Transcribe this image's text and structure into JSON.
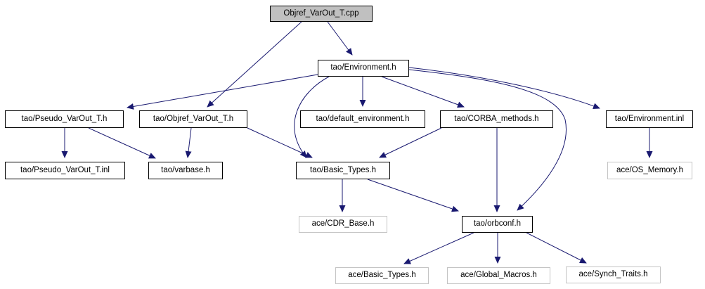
{
  "diagram": {
    "type": "include-dependency-graph",
    "root_file": "Objref_VarOut_T.cpp",
    "colors": {
      "edge": "#191970",
      "node_border": "#000000",
      "external_node_border": "#c4c4c4",
      "root_node_fill": "#c0c0c0",
      "node_fill": "#ffffff",
      "text": "#000000",
      "background": "#ffffff"
    },
    "nodes": [
      {
        "id": "objref_cpp",
        "label": "Objref_VarOut_T.cpp",
        "kind": "root"
      },
      {
        "id": "env_h",
        "label": "tao/Environment.h",
        "kind": "internal"
      },
      {
        "id": "pseudo_h",
        "label": "tao/Pseudo_VarOut_T.h",
        "kind": "internal"
      },
      {
        "id": "objref_h",
        "label": "tao/Objref_VarOut_T.h",
        "kind": "internal"
      },
      {
        "id": "default_env_h",
        "label": "tao/default_environment.h",
        "kind": "internal"
      },
      {
        "id": "corba_methods_h",
        "label": "tao/CORBA_methods.h",
        "kind": "internal"
      },
      {
        "id": "env_inl",
        "label": "tao/Environment.inl",
        "kind": "internal"
      },
      {
        "id": "pseudo_inl",
        "label": "tao/Pseudo_VarOut_T.inl",
        "kind": "internal"
      },
      {
        "id": "varbase_h",
        "label": "tao/varbase.h",
        "kind": "internal"
      },
      {
        "id": "basic_types_h",
        "label": "tao/Basic_Types.h",
        "kind": "internal"
      },
      {
        "id": "os_memory_h",
        "label": "ace/OS_Memory.h",
        "kind": "external"
      },
      {
        "id": "cdr_base_h",
        "label": "ace/CDR_Base.h",
        "kind": "external"
      },
      {
        "id": "orbconf_h",
        "label": "tao/orbconf.h",
        "kind": "internal"
      },
      {
        "id": "ace_basic_types_h",
        "label": "ace/Basic_Types.h",
        "kind": "external"
      },
      {
        "id": "global_macros_h",
        "label": "ace/Global_Macros.h",
        "kind": "external"
      },
      {
        "id": "synch_traits_h",
        "label": "ace/Synch_Traits.h",
        "kind": "external"
      }
    ],
    "edges": [
      {
        "from": "objref_cpp",
        "to": "env_h"
      },
      {
        "from": "objref_cpp",
        "to": "objref_h"
      },
      {
        "from": "env_h",
        "to": "pseudo_h"
      },
      {
        "from": "env_h",
        "to": "default_env_h"
      },
      {
        "from": "env_h",
        "to": "corba_methods_h"
      },
      {
        "from": "env_h",
        "to": "env_inl"
      },
      {
        "from": "env_h",
        "to": "basic_types_h"
      },
      {
        "from": "env_h",
        "to": "orbconf_h"
      },
      {
        "from": "pseudo_h",
        "to": "pseudo_inl"
      },
      {
        "from": "pseudo_h",
        "to": "varbase_h"
      },
      {
        "from": "objref_h",
        "to": "varbase_h"
      },
      {
        "from": "objref_h",
        "to": "basic_types_h"
      },
      {
        "from": "corba_methods_h",
        "to": "basic_types_h"
      },
      {
        "from": "corba_methods_h",
        "to": "orbconf_h"
      },
      {
        "from": "basic_types_h",
        "to": "cdr_base_h"
      },
      {
        "from": "basic_types_h",
        "to": "orbconf_h"
      },
      {
        "from": "env_inl",
        "to": "os_memory_h"
      },
      {
        "from": "orbconf_h",
        "to": "ace_basic_types_h"
      },
      {
        "from": "orbconf_h",
        "to": "global_macros_h"
      },
      {
        "from": "orbconf_h",
        "to": "synch_traits_h"
      }
    ]
  }
}
